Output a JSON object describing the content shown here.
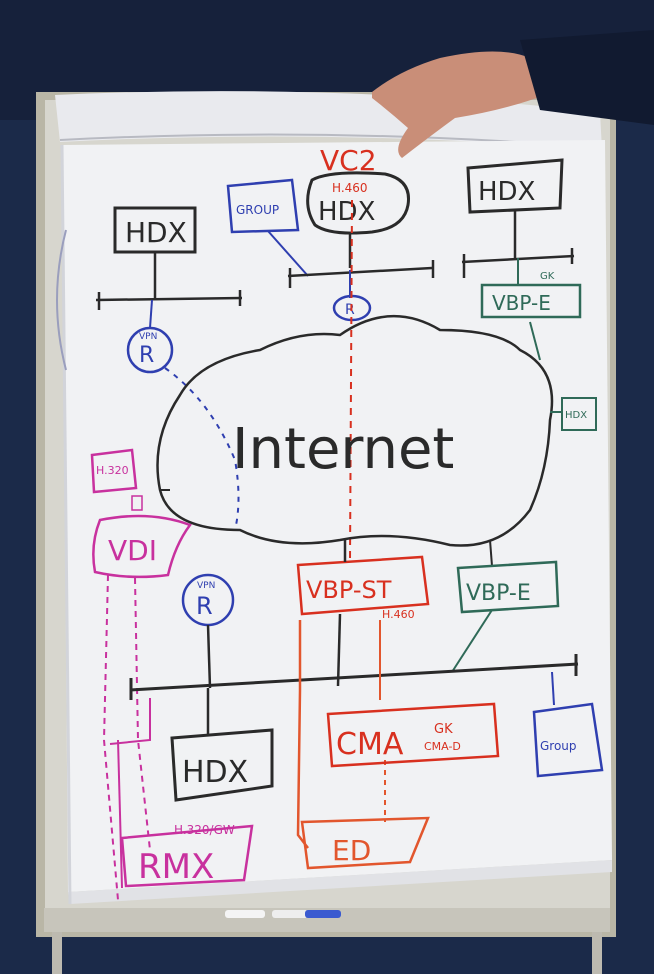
{
  "labels": {
    "hdx_top_left": "HDX",
    "group_top": "GROUP",
    "vc2": "VC2",
    "h460_top": "H.460",
    "hdx_top_center": "HDX",
    "hdx_top_right": "HDX",
    "r_circle_mid": "R",
    "gk_top_right": "GK",
    "vbp_e_top": "VBP-E",
    "vpn_left": "VPN",
    "r_left": "R",
    "internet": "Internet",
    "hdx_right_small": "HDX",
    "h320": "H.320",
    "vdi": "VDI",
    "vpn_lower": "VPN",
    "r_lower": "R",
    "vbp_st": "VBP-ST",
    "h460_lower": "H.460",
    "vbp_e_lower": "VBP-E",
    "hdx_bottom": "HDX",
    "cma": "CMA",
    "gk_cma": "GK",
    "cma_d": "CMA-D",
    "group_bottom": "Group",
    "rmx": "RMX",
    "h320_gw": "H.320/GW",
    "ed": "ED"
  },
  "colors": {
    "background": "#1b2a49",
    "paper": "#f1f2f4",
    "black_marker": "#2a2a2a",
    "blue_marker": "#2f3fb0",
    "red_marker": "#d8301f",
    "green_marker": "#2f6a58",
    "magenta_marker": "#c8319e",
    "orange_marker": "#e2562d"
  }
}
